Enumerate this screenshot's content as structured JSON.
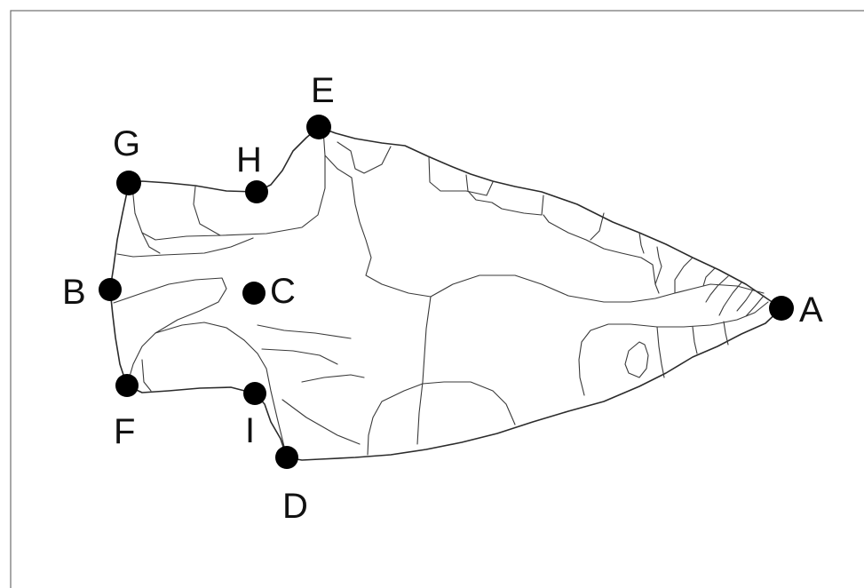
{
  "landmarks": [
    {
      "id": "A",
      "label": "A"
    },
    {
      "id": "B",
      "label": "B"
    },
    {
      "id": "C",
      "label": "C"
    },
    {
      "id": "D",
      "label": "D"
    },
    {
      "id": "E",
      "label": "E"
    },
    {
      "id": "F",
      "label": "F"
    },
    {
      "id": "G",
      "label": "G"
    },
    {
      "id": "H",
      "label": "H"
    },
    {
      "id": "I",
      "label": "I"
    }
  ],
  "colors": {
    "ink": "#000000",
    "line": "#2b2b2b",
    "frame": "#6e6e6e",
    "background": "#ffffff"
  }
}
